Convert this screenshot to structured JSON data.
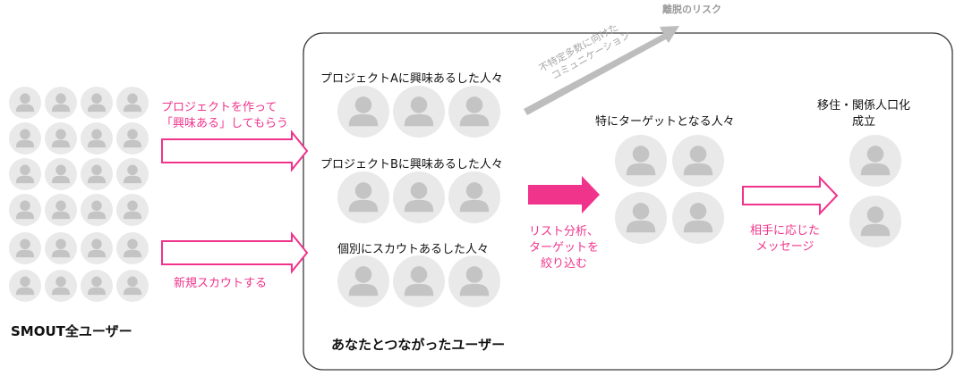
{
  "all_users_label": "SMOUT全ユーザー",
  "connected_users_label": "あなたとつながったユーザー",
  "groups": {
    "project_a": "プロジェクトAに興味あるした人々",
    "project_b": "プロジェクトBに興味あるした人々",
    "scouted": "個別にスカウトあるした人々",
    "targets": "特にターゲットとなる人々",
    "migration_line1": "移住・関係人口化",
    "migration_line2": "成立"
  },
  "actions": {
    "project_interest_line1": "プロジェクトを作って",
    "project_interest_line2": "「興味ある」してもらう",
    "new_scout": "新規スカウトする",
    "narrow_line1": "リスト分析、",
    "narrow_line2": "ターゲットを",
    "narrow_line3": "絞り込む",
    "message_line1": "相手に応じた",
    "message_line2": "メッセージ"
  },
  "risk": {
    "label": "離脱のリスク",
    "comm_line1": "不特定多数に向けた",
    "comm_line2": "コミュニケーション"
  },
  "colors": {
    "accent": "#f0338b",
    "avatar_bg": "#e9e9e9",
    "avatar_fg": "#c4c4c4",
    "risk_gray": "#bdbdbd"
  }
}
